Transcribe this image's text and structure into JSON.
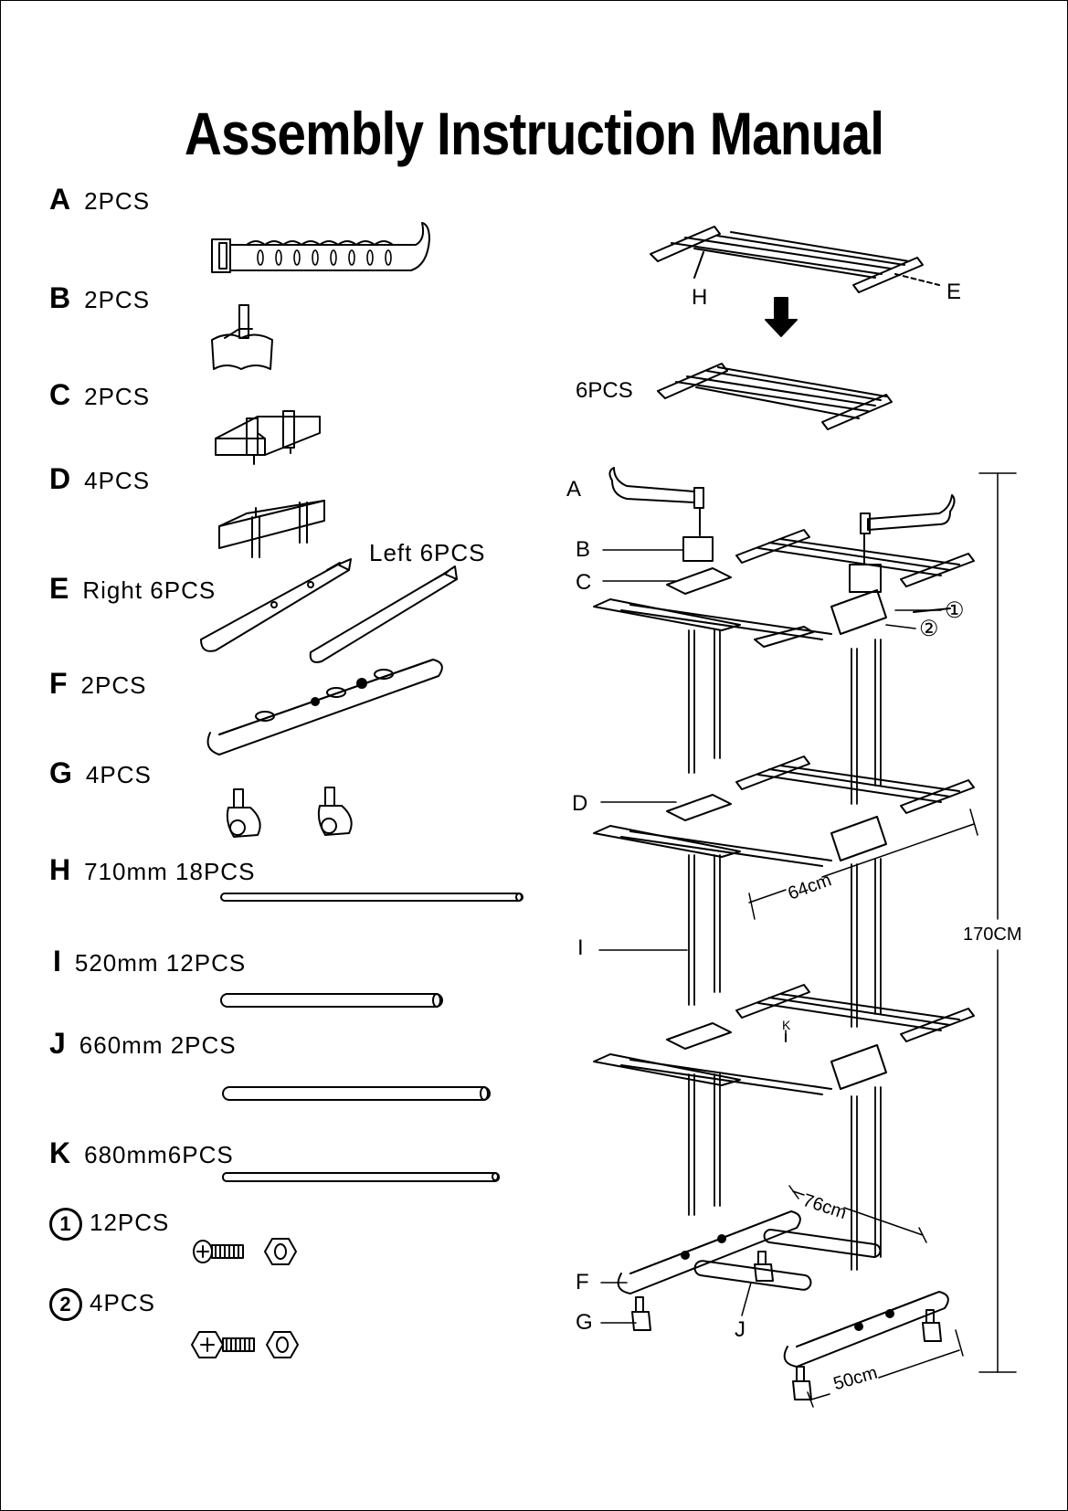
{
  "title": "Assembly Instruction Manual",
  "parts": [
    {
      "letter": "A",
      "qty": "2PCS"
    },
    {
      "letter": "B",
      "qty": "2PCS"
    },
    {
      "letter": "C",
      "qty": "2PCS"
    },
    {
      "letter": "D",
      "qty": "4PCS"
    },
    {
      "letter": "E",
      "qty": "Right  6PCS",
      "qty2": "Left  6PCS"
    },
    {
      "letter": "F",
      "qty": "2PCS"
    },
    {
      "letter": "G",
      "qty": "4PCS"
    },
    {
      "letter": "H",
      "qty": "710mm 18PCS"
    },
    {
      "letter": "I",
      "qty": "520mm 12PCS"
    },
    {
      "letter": "J",
      "qty": "660mm 2PCS"
    },
    {
      "letter": "K",
      "qty": "680mm6PCS"
    },
    {
      "letter": "1",
      "qty": "12PCS"
    },
    {
      "letter": "2",
      "qty": "4PCS"
    }
  ],
  "diagram": {
    "top_labels": {
      "h": "H",
      "e": "E",
      "shelf_qty": "6PCS"
    },
    "callouts": [
      "A",
      "B",
      "C",
      "D",
      "I",
      "F",
      "G",
      "J",
      "K"
    ],
    "screws": [
      "①",
      "②"
    ],
    "dimensions": {
      "height": "170CM",
      "width": "64cm",
      "base_length": "76cm",
      "base_width": "50cm"
    }
  }
}
